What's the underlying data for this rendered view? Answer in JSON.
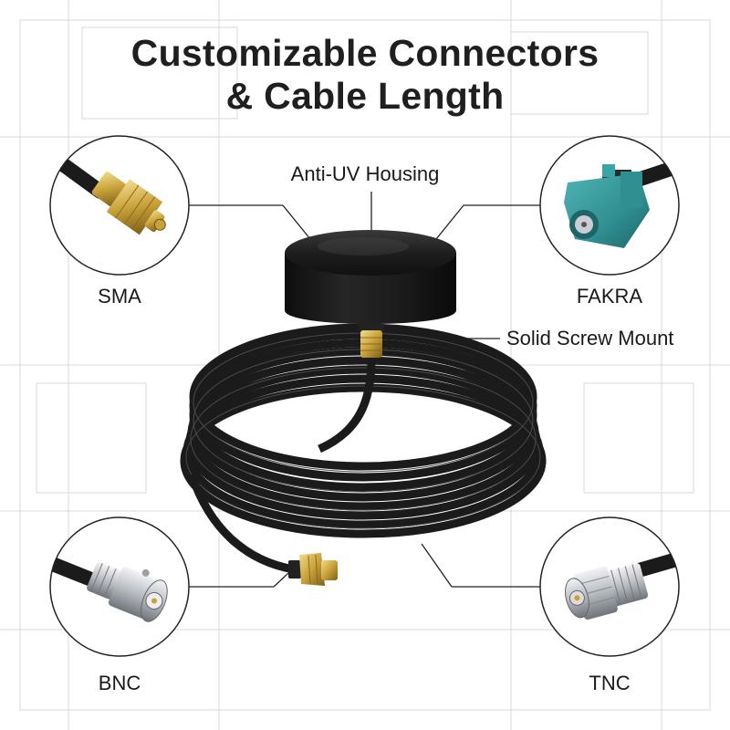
{
  "headline": {
    "line1": "Customizable Connectors",
    "line2": "& Cable Length"
  },
  "callouts": {
    "housing": "Anti-UV Housing",
    "mount": "Solid Screw Mount"
  },
  "connectors": {
    "sma": "SMA",
    "fakra": "FAKRA",
    "bnc": "BNC",
    "tnc": "TNC"
  },
  "colors": {
    "fakra_teal": "#2f8f91",
    "brass": "#c9a13a",
    "cable": "#1b1b1b",
    "nickel": "#b8bcc2"
  }
}
